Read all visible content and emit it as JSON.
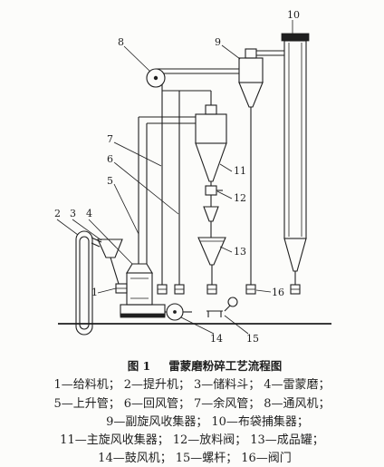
{
  "figure": {
    "callouts": [
      "1",
      "2",
      "3",
      "4",
      "5",
      "6",
      "7",
      "8",
      "9",
      "10",
      "11",
      "12",
      "13",
      "14",
      "15",
      "16"
    ]
  },
  "caption": {
    "figure_number": "图 1",
    "title": "雷蒙磨粉碎工艺流程图",
    "legend_lines": [
      [
        "1—给料机；",
        "2—提升机；",
        "3—储料斗；",
        "4—雷蒙磨；"
      ],
      [
        "5—上升管；",
        "6—回风管；",
        "7—余风管；",
        "8—通风机；"
      ],
      [
        "9—副旋风收集器；",
        "10—布袋捕集器；"
      ],
      [
        "11—主旋风收集器；",
        "12—放料阀；",
        "13—成品罐；"
      ],
      [
        "14—鼓风机；",
        "15—螺杆；",
        "16—阀门"
      ]
    ]
  },
  "colors": {
    "ink": "#1f1f1f",
    "paper": "#fcfcfa"
  }
}
